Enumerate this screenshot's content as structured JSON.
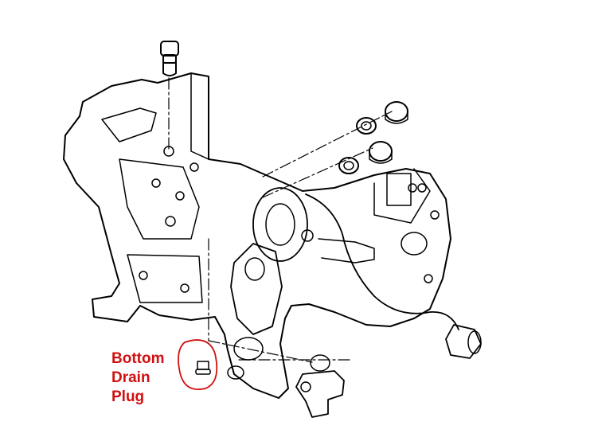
{
  "diagram": {
    "subject": "Manual transmission exploded diagram",
    "components": [
      "breather-cap",
      "transmission-housing",
      "bearing-seals",
      "shift-bracket",
      "sensor-wire",
      "connector",
      "bottom-drain-plug",
      "shift-linkage"
    ]
  },
  "callout": {
    "line1": "Bottom",
    "line2": "Drain",
    "line3": "Plug",
    "color": "#d01010"
  },
  "colors": {
    "line": "#000000",
    "background": "#ffffff",
    "highlight": "#d01010"
  }
}
